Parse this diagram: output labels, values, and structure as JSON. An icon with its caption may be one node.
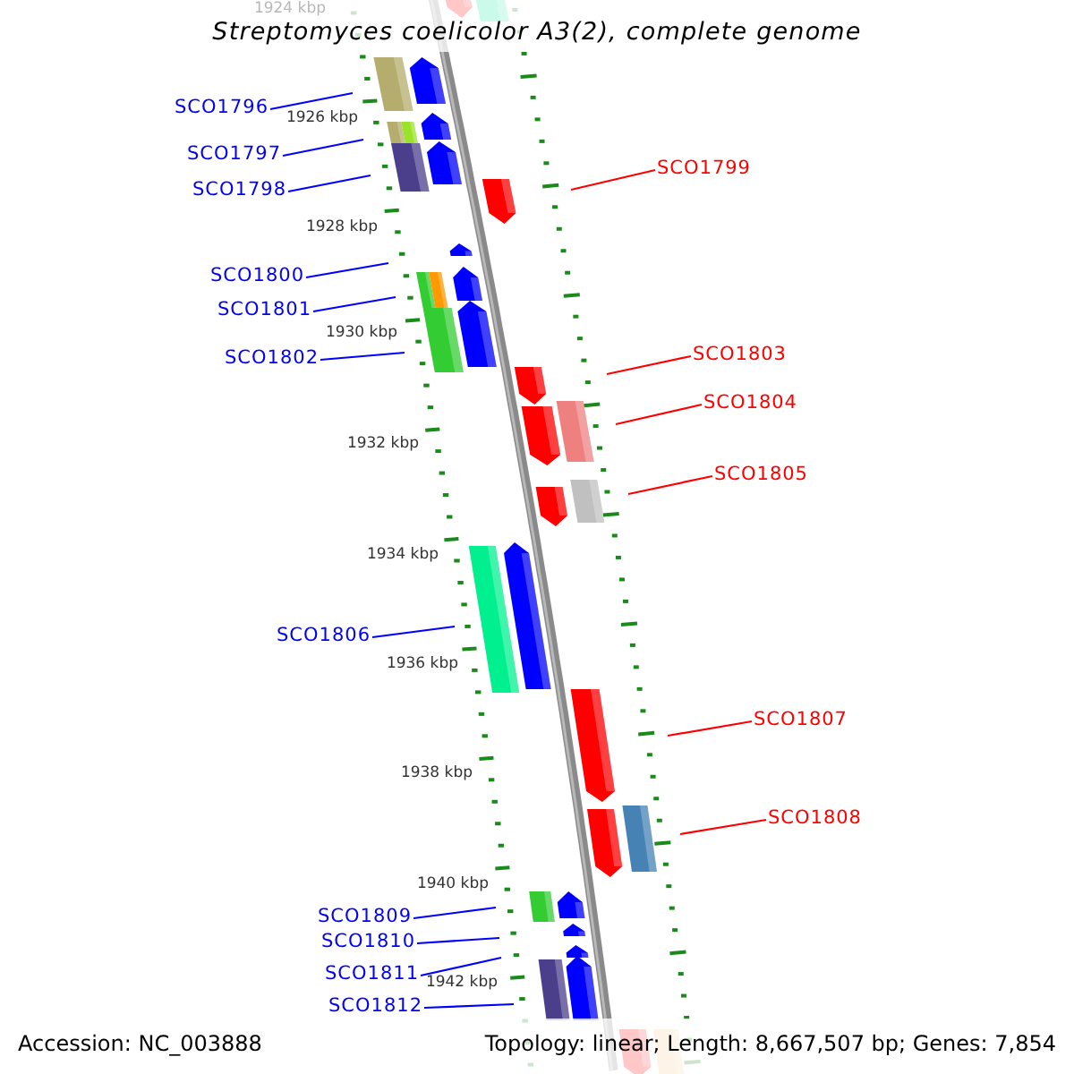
{
  "diagram": {
    "title": "Streptomyces coelicolor A3(2), complete genome",
    "nodes": [
      {
        "text": [
          "SCO1796"
        ]
      },
      {
        "text": [
          "SCO1797"
        ]
      },
      {
        "text": [
          "SCO1798"
        ]
      },
      {
        "text": [
          "SCO1799"
        ]
      },
      {
        "text": [
          "SCO1800"
        ]
      },
      {
        "text": [
          "SCO1801"
        ]
      },
      {
        "text": [
          "SCO1802"
        ]
      },
      {
        "text": [
          "SCO1803"
        ]
      },
      {
        "text": [
          "SCO1804"
        ]
      },
      {
        "text": [
          "SCO1805"
        ]
      },
      {
        "text": [
          "SCO1806"
        ]
      },
      {
        "text": [
          "SCO1807"
        ]
      },
      {
        "text": [
          "SCO1808"
        ]
      },
      {
        "text": [
          "SCO1809"
        ]
      },
      {
        "text": [
          "SCO1810"
        ]
      },
      {
        "text": [
          "SCO1811"
        ]
      },
      {
        "text": [
          "SCO1812"
        ]
      }
    ],
    "edges": [
      {
        "from": 0,
        "to": null,
        "arrow": "none"
      },
      {
        "from": 1,
        "to": null,
        "arrow": "none"
      },
      {
        "from": 2,
        "to": null,
        "arrow": "none"
      },
      {
        "from": 3,
        "to": null,
        "arrow": "none",
        "color": "#ff0000"
      },
      {
        "from": 4,
        "to": null,
        "arrow": "none"
      },
      {
        "from": 5,
        "to": null,
        "arrow": "none"
      },
      {
        "from": 6,
        "to": null,
        "arrow": "none"
      },
      {
        "from": 7,
        "to": null,
        "arrow": "none",
        "color": "#ff0000"
      },
      {
        "from": 8,
        "to": null,
        "arrow": "none",
        "color": "#ff0000"
      },
      {
        "from": 9,
        "to": null,
        "arrow": "none",
        "color": "#ff0000"
      },
      {
        "from": 10,
        "to": null,
        "arrow": "none"
      },
      {
        "from": 11,
        "to": null,
        "arrow": "none",
        "color": "#ff0000"
      },
      {
        "from": 12,
        "to": null,
        "arrow": "none",
        "color": "#ff0000"
      },
      {
        "from": 13,
        "to": null,
        "arrow": "none"
      },
      {
        "from": 14,
        "to": null,
        "arrow": "none"
      },
      {
        "from": 15,
        "to": null,
        "arrow": "none"
      },
      {
        "from": 16,
        "to": null,
        "arrow": "none"
      }
    ],
    "labels": [
      "1924 kbp",
      "1926 kbp",
      "1928 kbp",
      "1930 kbp",
      "1932 kbp",
      "1934 kbp",
      "1936 kbp",
      "1938 kbp",
      "1940 kbp",
      "1942 kbp",
      "Accession: NC_003888",
      "Topology: linear; Length: 8,667,507 bp; Genes: 7,854"
    ]
  }
}
